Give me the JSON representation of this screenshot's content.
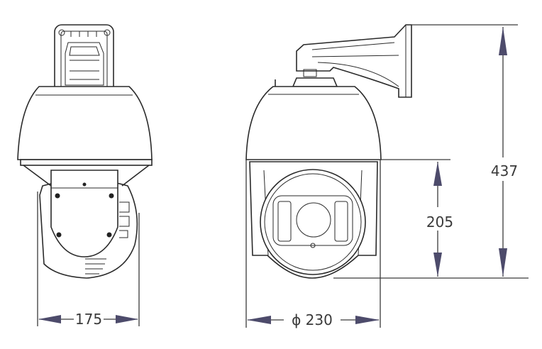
{
  "dimensions": {
    "width_side": "175",
    "diameter_front": "ϕ 230",
    "height_lower": "205",
    "height_total": "437"
  },
  "colors": {
    "arrow": "#4d4b6b",
    "line": "#2a2a2a"
  }
}
